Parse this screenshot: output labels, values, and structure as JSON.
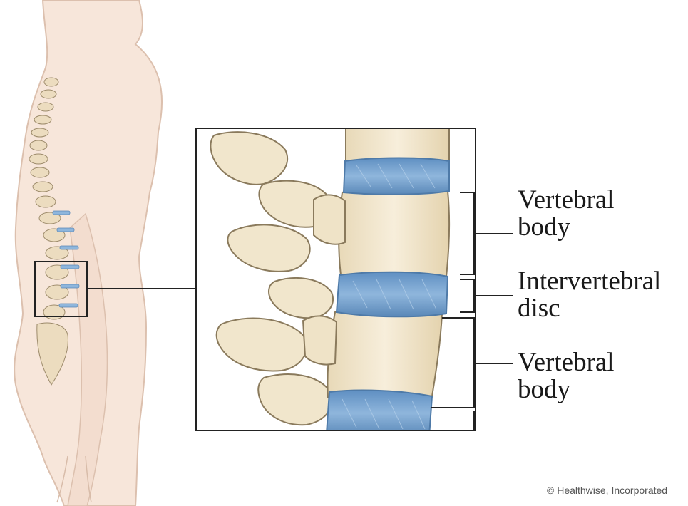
{
  "labels": {
    "vertebral_body_top": [
      "Vertebral",
      "body"
    ],
    "intervertebral_disc": [
      "Intervertebral",
      "disc"
    ],
    "vertebral_body_bottom": [
      "Vertebral",
      "body"
    ]
  },
  "credit": "© Healthwise, Incorporated",
  "colors": {
    "skin": "#f6e3d6",
    "skin_outline": "#dcc0ae",
    "bone": "#efe3c7",
    "bone_outline": "#8a7a5c",
    "disc": "#7aa5d1",
    "disc_dark": "#5a88b8",
    "frame": "#222222"
  }
}
